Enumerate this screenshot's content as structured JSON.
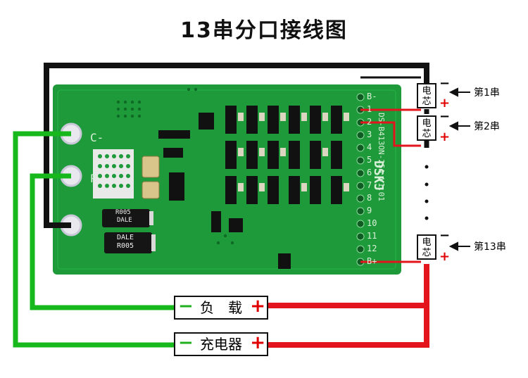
{
  "title": "13串分口接线图",
  "cells": [
    {
      "box_top": "电",
      "box_bottom": "芯",
      "neg": "−",
      "pos": "+",
      "label": "第1串"
    },
    {
      "box_top": "电",
      "box_bottom": "芯",
      "neg": "−",
      "pos": "+",
      "label": "第2串"
    },
    {
      "box_top": "电",
      "box_bottom": "芯",
      "neg": "−",
      "pos": "+",
      "label": "第13串"
    }
  ],
  "terminals": {
    "load": {
      "neg": "−",
      "label": "负　载",
      "pos": "+"
    },
    "charger": {
      "neg": "−",
      "label": "充电器",
      "pos": "+"
    }
  },
  "pcb": {
    "pad_labels": [
      "C-",
      "P-"
    ],
    "pin_labels": [
      "B-",
      "1",
      "2",
      "3",
      "4",
      "5",
      "6",
      "7",
      "8",
      "9",
      "10",
      "11",
      "12",
      "B+"
    ],
    "model": "DS-B413ON-25A V1.01",
    "brand": "DSKJ",
    "resistor_1_line1": "R005",
    "resistor_1_line2": "DALE",
    "resistor_2_line1": "DALE",
    "resistor_2_line2": "R005"
  },
  "colors": {
    "pcb_green": "#1e9a3a",
    "wire_black": "#111111",
    "wire_red": "#e3141b",
    "wire_green": "#16b81c"
  }
}
